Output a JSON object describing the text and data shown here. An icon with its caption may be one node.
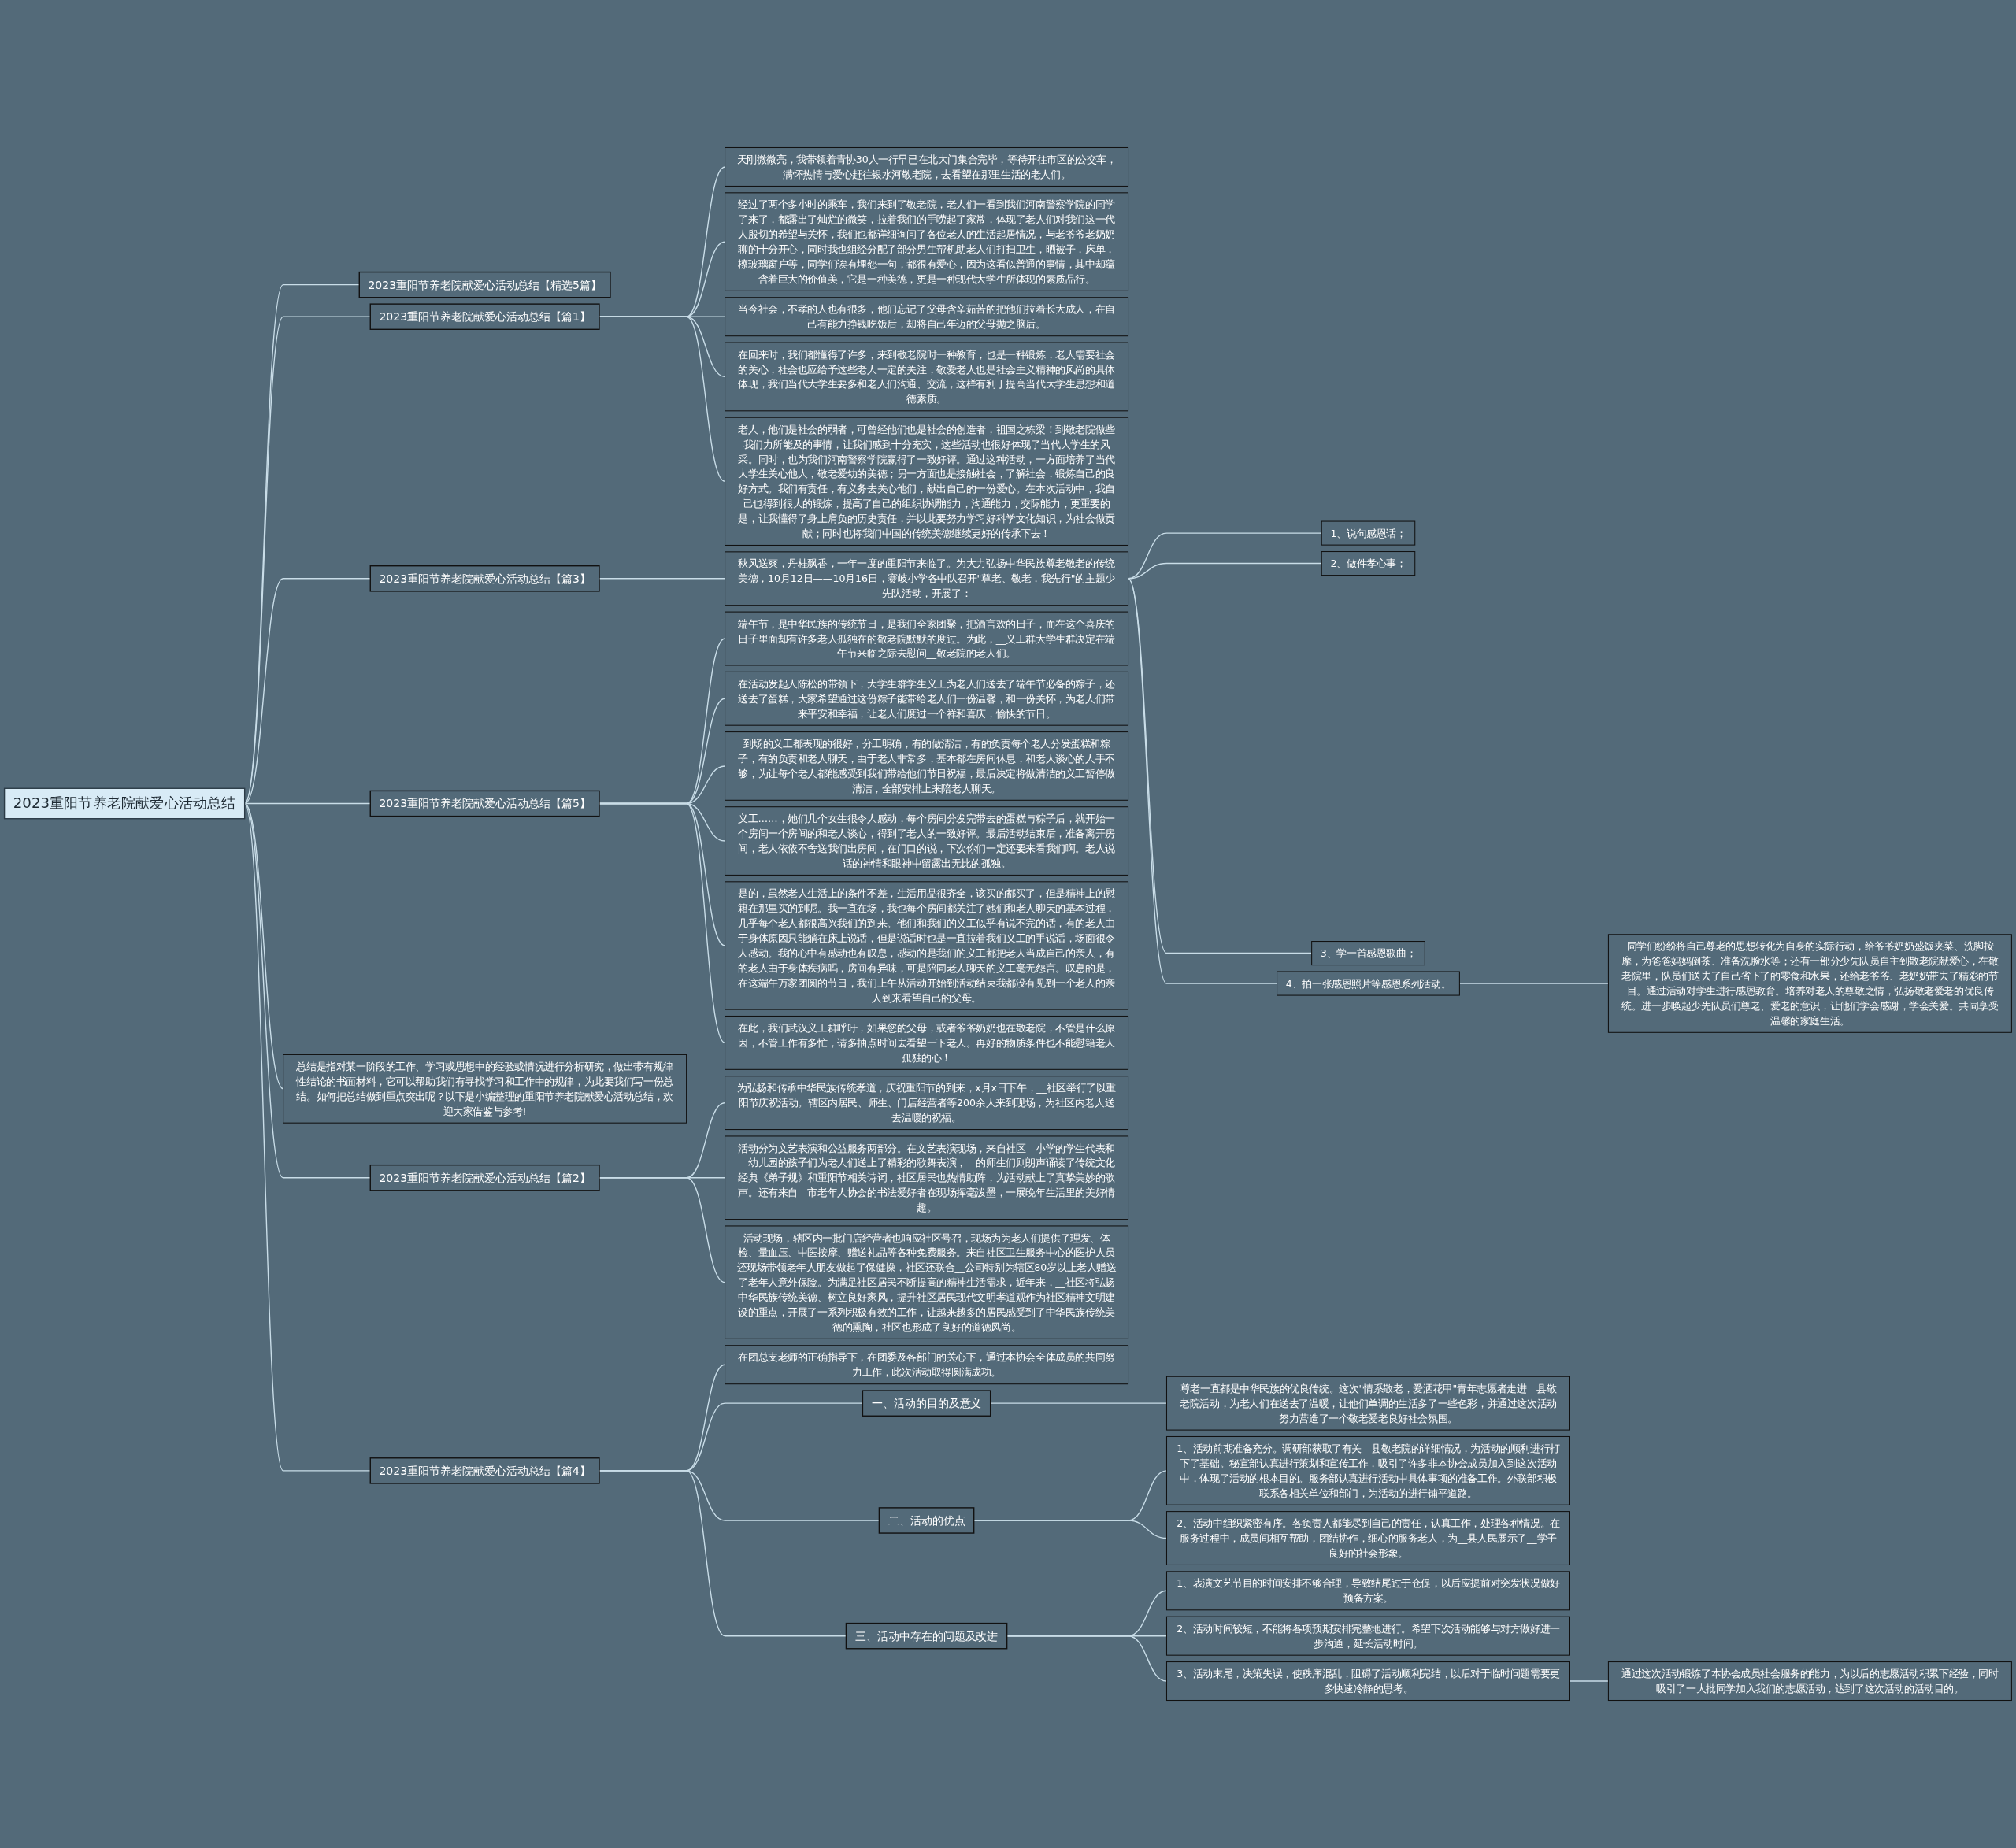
{
  "diagram": {
    "nodes": [
      {
        "text": [
          "2023重阳节养老院献爱心活动总结"
        ]
      },
      {
        "text": [
          "2023重阳节养老院献爱心活动总结【精选5篇】"
        ]
      },
      {
        "text": [
          "2023重阳节养老院献爱心活动总结【篇1】"
        ]
      },
      {
        "text": [
          "天刚微微亮，我带领着青协30人一行早已在北大门集合完毕，等待开往市区的公交车，满怀热情与爱心赶往银水河敬老院，去看望在那里生活的老人们。"
        ]
      },
      {
        "text": [
          "经过了两个多小时的乘车，我们来到了敬老院，老人们一看到我们河南警察学院的同学了来了，都露出了灿烂的微笑，拉着我们的手唠起了家常，体现了老人们对我们这一代人殷切的希望与关怀，我们也都详细询问了各位老人的生活起居情况，与老爷爷老奶奶聊的十分开心，同时我也组经分配了部分男生帮机助老人们打扫卫生，晒被子，床单，檫玻璃窗户等，同学们诶有埋怨一句，都很有爱心，因为这看似普通的事情，其中却蕴含着巨大的价值美，它是一种美德，更是一种现代大学生所体现的素质品行。"
        ]
      },
      {
        "text": [
          "当今社会，不孝的人也有很多，他们忘记了父母含辛茹苦的把他们拉着长大成人，在自己有能力挣钱吃饭后，却将自己年迈的父母抛之脑后。"
        ]
      },
      {
        "text": [
          "在回来时，我们都懂得了许多，来到敬老院时一种教育，也是一种锻炼，老人需要社会的关心，社会也应给予这些老人一定的关注，敬爱老人也是社会主义精神的风尚的具体体现，我们当代大学生要多和老人们沟通、交流，这样有利于提高当代大学生思想和道德素质。"
        ]
      },
      {
        "text": [
          "老人，他们是社会的弱者，可曾经他们也是社会的创造者，祖国之栋梁！到敬老院做些我们力所能及的事情，让我们感到十分充实，这些活动也很好体现了当代大学生的风采。同时，也为我们河南警察学院赢得了一致好评。通过这种活动，一方面培养了当代大学生关心他人，敬老爱幼的美德；另一方面也是接触社会，了解社会，锻炼自己的良好方式。我们有责任，有义务去关心他们，献出自己的一份爱心。在本次活动中，我自己也得到很大的锻炼，提高了自己的组织协调能力，沟通能力，交际能力，更重要的是，让我懂得了身上肩负的历史责任，并以此要努力学习好科学文化知识，为社会做贡献；同时也将我们中国的传统美德继续更好的传承下去！"
        ]
      },
      {
        "text": [
          "2023重阳节养老院献爱心活动总结【篇3】"
        ]
      },
      {
        "text": [
          "秋风送爽，丹桂飘香，一年一度的重阳节来临了。为大力弘扬中华民族尊老敬老的传统美德，10月12日——10月16日，赛岐小学各中队召开\"尊老、敬老，我先行\"的主题少先队活动，开展了："
        ]
      },
      {
        "text": [
          "1、说句感恩话；"
        ]
      },
      {
        "text": [
          "2、做件孝心事；"
        ]
      },
      {
        "text": [
          "3、学一首感恩歌曲；"
        ]
      },
      {
        "text": [
          "4、拍一张感恩照片等感恩系列活动。"
        ]
      },
      {
        "text": [
          "同学们纷纷将自己尊老的思想转化为自身的实际行动，给爷爷奶奶盛饭夹菜、洗脚按摩，为爸爸妈妈倒茶、准备洗脸水等；还有一部分少先队员自主到敬老院献爱心，在敬老院里，队员们送去了自己省下了的零食和水果，还给老爷爷、老奶奶带去了精彩的节目。通过活动对学生进行感恩教育。培养对老人的尊敬之情，弘扬敬老爱老的优良传统。进一步唤起少先队员们尊老、爱老的意识，让他们学会感谢，学会关爱。共同享受温馨的家庭生活。"
        ]
      },
      {
        "text": [
          "2023重阳节养老院献爱心活动总结【篇5】"
        ]
      },
      {
        "text": [
          "端午节，是中华民族的传统节日，是我们全家团聚，把酒言欢的日子，而在这个喜庆的日子里面却有许多老人孤独在的敬老院默默的度过。为此，__义工群大学生群决定在端午节来临之际去慰问__敬老院的老人们。"
        ]
      },
      {
        "text": [
          "在活动发起人陈松的带领下，大学生群学生义工为老人们送去了端午节必备的粽子，还送去了蛋糕，大家希望通过这份粽子能带给老人们一份温馨，和一份关怀，为老人们带来平安和幸福，让老人们度过一个祥和喜庆，愉快的节日。"
        ]
      },
      {
        "text": [
          "到场的义工都表现的很好，分工明确，有的做清洁，有的负责每个老人分发蛋糕和粽子，有的负责和老人聊天，由于老人非常多，基本都在房间休息，和老人谈心的人手不够，为让每个老人都能感受到我们带给他们节日祝福，最后决定将做清洁的义工暂停做清洁，全部安排上来陪老人聊天。"
        ]
      },
      {
        "text": [
          "义工……，她们几个女生很令人感动，每个房间分发完带去的蛋糕与粽子后，就开始一个房间一个房间的和老人谈心，得到了老人的一致好评。最后活动结束后，准备离开房间，老人依依不舍送我们出房间，在门口的说，下次你们一定还要来看我们啊。老人说话的神情和眼神中留露出无比的孤独。"
        ]
      },
      {
        "text": [
          "是的，虽然老人生活上的条件不差，生活用品很齐全，该买的都买了，但是精神上的慰籍在那里买的到呢。我一直在场，我也每个房间都关注了她们和老人聊天的基本过程，几乎每个老人都很高兴我们的到来。他们和我们的义工似乎有说不完的话，有的老人由于身体原因只能躺在床上说话，但是说话时也是一直拉着我们义工的手说话，场面很令人感动。我的心中有感动也有叹息，感动的是我们的义工都把老人当成自己的亲人，有的老人由于身体疾病吗，房间有异味，可是陪同老人聊天的义工毫无怨言。叹息的是，在这端午万家团圆的节日，我们上午从活动开始到活动结束我都没有见到一个老人的亲人到来看望自己的父母。"
        ]
      },
      {
        "text": [
          "在此，我们武汉义工群呼吁，如果您的父母，或者爷爷奶奶也在敬老院，不管是什么原因，不管工作有多忙，请多抽点时间去看望一下老人。再好的物质条件也不能慰籍老人孤独的心！"
        ]
      },
      {
        "text": [
          "总结是指对某一阶段的工作、学习或思想中的经验或情况进行分析研究，做出带有规律性结论的书面材料，它可以帮助我们有寻找学习和工作中的规律，为此要我们写一份总结。如何把总结做到重点突出呢？以下是小编整理的重阳节养老院献爱心活动总结，欢迎大家借鉴与参考!"
        ]
      },
      {
        "text": [
          "2023重阳节养老院献爱心活动总结【篇2】"
        ]
      },
      {
        "text": [
          "为弘扬和传承中华民族传统孝道，庆祝重阳节的到来，x月x日下午，__社区举行了以重阳节庆祝活动。辖区内居民、师生、门店经营者等200余人来到现场，为社区内老人送去温暖的祝福。"
        ]
      },
      {
        "text": [
          "活动分为文艺表演和公益服务两部分。在文艺表演现场，来自社区__小学的学生代表和__幼儿园的孩子们为老人们送上了精彩的歌舞表演，__的师生们则朗声诵读了传统文化经典《弟子规》和重阳节相关诗词，社区居民也热情助阵，为活动献上了真挚美妙的歌声。还有来自__市老年人协会的书法爱好者在现场挥毫泼墨，一展晚年生活里的美好情趣。"
        ]
      },
      {
        "text": [
          "活动现场，辖区内一批门店经营者也响应社区号召，现场为为老人们提供了理发、体检、量血压、中医按摩、赠送礼品等各种免费服务。来自社区卫生服务中心的医护人员还现场带领老年人朋友做起了保健操，社区还联合__公司特别为辖区80岁以上老人赠送了老年人意外保险。为满足社区居民不断提高的精神生活需求，近年来，__社区将弘扬中华民族传统美德、树立良好家风，提升社区居民现代文明孝道观作为社区精神文明建设的重点，开展了一系列积极有效的工作，让越来越多的居民感受到了中华民族传统美德的熏陶，社区也形成了良好的道德风尚。"
        ]
      },
      {
        "text": [
          "2023重阳节养老院献爱心活动总结【篇4】"
        ]
      },
      {
        "text": [
          "在团总支老师的正确指导下，在团委及各部门的关心下，通过本协会全体成员的共同努力工作，此次活动取得圆满成功。"
        ]
      },
      {
        "text": [
          "一、活动的目的及意义"
        ]
      },
      {
        "text": [
          "尊老一直都是中华民族的优良传统。这次\"情系敬老，爱洒花甲\"青年志愿者走进__县敬老院活动，为老人们在送去了温暖，让他们单调的生活多了一些色彩，并通过这次活动努力营造了一个敬老爱老良好社会氛围。"
        ]
      },
      {
        "text": [
          "二、活动的优点"
        ]
      },
      {
        "text": [
          "1、活动前期准备充分。调研部获取了有关__县敬老院的详细情况，为活动的顺利进行打下了基础。秘宣部认真进行策划和宣传工作，吸引了许多非本协会成员加入到这次活动中，体现了活动的根本目的。服务部认真进行活动中具体事项的准备工作。外联部积极联系各相关单位和部门，为活动的进行铺平道路。"
        ]
      },
      {
        "text": [
          "2、活动中组织紧密有序。各负责人都能尽到自己的责任，认真工作，处理各种情况。在服务过程中，成员间相互帮助，团结协作，细心的服务老人，为__县人民展示了__学子良好的社会形象。"
        ]
      },
      {
        "text": [
          "三、活动中存在的问题及改进"
        ]
      },
      {
        "text": [
          "1、表演文艺节目的时间安排不够合理，导致结尾过于仓促，以后应提前对突发状况做好预备方案。"
        ]
      },
      {
        "text": [
          "2、活动时间较短，不能将各项预期安排完整地进行。希望下次活动能够与对方做好进一步沟通，延长活动时间。"
        ]
      },
      {
        "text": [
          "3、活动末尾，决策失误，使秩序混乱，阻碍了活动顺利完结，以后对于临时问题需要更多快速冷静的思考。"
        ]
      },
      {
        "text": [
          "通过这次活动锻炼了本协会成员社会服务的能力，为以后的志愿活动积累下经验，同时吸引了一大批同学加入我们的志愿活动，达到了这次活动的活动目的。"
        ]
      }
    ],
    "edges": [
      {
        "from": 0,
        "to": 1,
        "arrow": "none"
      },
      {
        "from": 0,
        "to": 2,
        "arrow": "none"
      },
      {
        "from": 2,
        "to": 3,
        "arrow": "none"
      },
      {
        "from": 2,
        "to": 4,
        "arrow": "none"
      },
      {
        "from": 2,
        "to": 5,
        "arrow": "none"
      },
      {
        "from": 2,
        "to": 6,
        "arrow": "none"
      },
      {
        "from": 2,
        "to": 7,
        "arrow": "none"
      },
      {
        "from": 0,
        "to": 8,
        "arrow": "none"
      },
      {
        "from": 8,
        "to": 9,
        "arrow": "none"
      },
      {
        "from": 9,
        "to": 10,
        "arrow": "none"
      },
      {
        "from": 9,
        "to": 11,
        "arrow": "none"
      },
      {
        "from": 9,
        "to": 12,
        "arrow": "none"
      },
      {
        "from": 9,
        "to": 13,
        "arrow": "none"
      },
      {
        "from": 13,
        "to": 14,
        "arrow": "none"
      },
      {
        "from": 0,
        "to": 15,
        "arrow": "none"
      },
      {
        "from": 15,
        "to": 16,
        "arrow": "none"
      },
      {
        "from": 15,
        "to": 17,
        "arrow": "none"
      },
      {
        "from": 15,
        "to": 18,
        "arrow": "none"
      },
      {
        "from": 15,
        "to": 19,
        "arrow": "none"
      },
      {
        "from": 15,
        "to": 20,
        "arrow": "none"
      },
      {
        "from": 15,
        "to": 21,
        "arrow": "none"
      },
      {
        "from": 0,
        "to": 22,
        "arrow": "none"
      },
      {
        "from": 0,
        "to": 23,
        "arrow": "none"
      },
      {
        "from": 23,
        "to": 24,
        "arrow": "none"
      },
      {
        "from": 23,
        "to": 25,
        "arrow": "none"
      },
      {
        "from": 23,
        "to": 26,
        "arrow": "none"
      },
      {
        "from": 0,
        "to": 27,
        "arrow": "none"
      },
      {
        "from": 27,
        "to": 28,
        "arrow": "none"
      },
      {
        "from": 27,
        "to": 29,
        "arrow": "none"
      },
      {
        "from": 29,
        "to": 30,
        "arrow": "none"
      },
      {
        "from": 27,
        "to": 31,
        "arrow": "none"
      },
      {
        "from": 31,
        "to": 32,
        "arrow": "none"
      },
      {
        "from": 31,
        "to": 33,
        "arrow": "none"
      },
      {
        "from": 27,
        "to": 34,
        "arrow": "none"
      },
      {
        "from": 34,
        "to": 35,
        "arrow": "none"
      },
      {
        "from": 34,
        "to": 36,
        "arrow": "none"
      },
      {
        "from": 34,
        "to": 37,
        "arrow": "none"
      },
      {
        "from": 37,
        "to": 38,
        "arrow": "none"
      }
    ]
  }
}
